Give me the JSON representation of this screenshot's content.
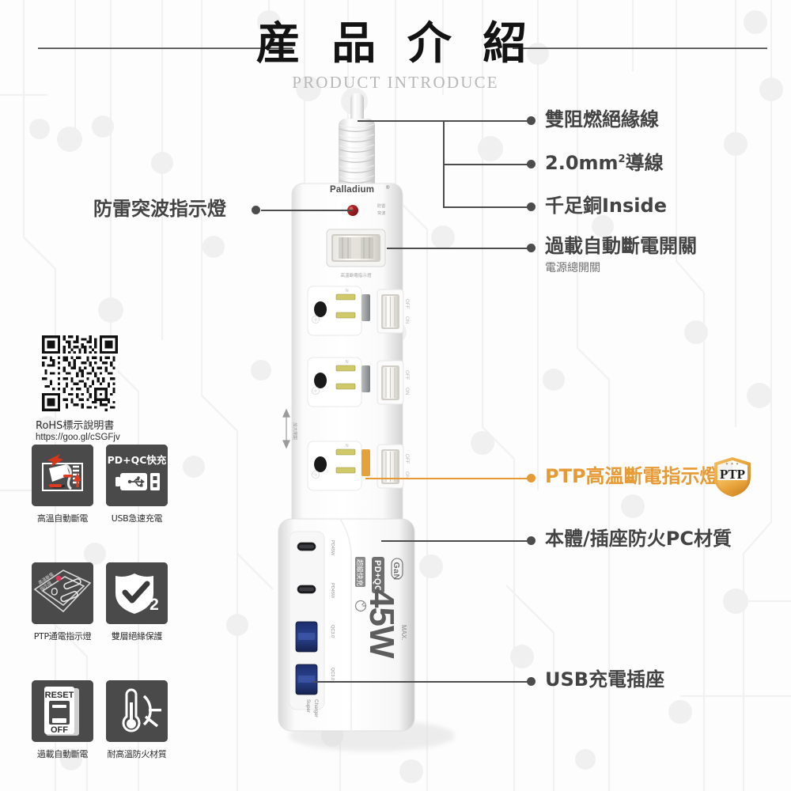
{
  "header": {
    "title_zh": "産 品 介 紹",
    "title_en": "PRODUCT INTRODUCE"
  },
  "callouts": [
    {
      "id": "surge-indicator",
      "label": "防雷突波指示燈",
      "sub": "",
      "accent": false,
      "side": "left"
    },
    {
      "id": "dual-flame-retardant-wire",
      "label": "雙阻燃絕緣線",
      "sub": "",
      "accent": false,
      "side": "right"
    },
    {
      "id": "conductor-gauge",
      "label": "2.0mm²導線",
      "sub": "",
      "accent": false,
      "side": "right"
    },
    {
      "id": "pure-copper-inside",
      "label": "千足銅Inside",
      "sub": "",
      "accent": false,
      "side": "right"
    },
    {
      "id": "overload-auto-cutoff-switch",
      "label": "過載自動斷電開關",
      "sub": "電源總開關",
      "accent": false,
      "side": "right"
    },
    {
      "id": "ptp-thermal-cutoff-indicator",
      "label": "PTP高溫斷電指示燈",
      "sub": "",
      "accent": true,
      "side": "right"
    },
    {
      "id": "fireproof-pc-material",
      "label": "本體/插座防火PC材質",
      "sub": "",
      "accent": false,
      "side": "right"
    },
    {
      "id": "usb-charging-socket",
      "label": "USB充電插座",
      "sub": "",
      "accent": false,
      "side": "right"
    }
  ],
  "badge": {
    "name": "PTP",
    "text": "PTP"
  },
  "qr": {
    "caption": "RoHS標示說明書",
    "url": "https://goo.gl/cSGFjv"
  },
  "features": [
    {
      "id": "thermal-auto-cutoff",
      "caption": "高溫自動斷電",
      "icon": "spring-thermal-cutoff-icon",
      "tile_text": ""
    },
    {
      "id": "usb-fast-charge",
      "caption": "USB急速充電",
      "icon": "usb-plug-icon",
      "tile_text": "PD+QC快充"
    },
    {
      "id": "ptp-power-indicator",
      "caption": "PTP通電指示燈",
      "icon": "socket-led-icon",
      "tile_text": ""
    },
    {
      "id": "double-insulation",
      "caption": "雙層絕緣保護",
      "icon": "shield-check-icon",
      "tile_text": "2"
    },
    {
      "id": "overload-auto-cutoff",
      "caption": "過載自動斷電",
      "icon": "reset-off-switch-icon",
      "tile_text": "RESET / OFF"
    },
    {
      "id": "heat-resistant",
      "caption": "耐高溫防火材質",
      "icon": "thermometer-icon",
      "tile_text": ""
    }
  ],
  "feature_tile_labels": {
    "usb_fast_charge": "PD+QC快充",
    "shield_layers": "2",
    "switch_reset": "RESET",
    "switch_off": "OFF"
  },
  "product": {
    "brand": "Palladium",
    "brand_mark": "®",
    "surge_small_text": "防雷\n突波",
    "switch_caption": "高溫斷電指示燈",
    "spacing_caption": "加大間距",
    "gan_label": "GaN",
    "pdqc_label": "PD+QC",
    "watt": "45W",
    "watt_max": "MAX.",
    "fast_charge_zh": "超級快充",
    "super_charger": "Super Charger",
    "usb_ports": [
      {
        "type": "usb-c",
        "label": "PD45W"
      },
      {
        "type": "usb-c",
        "label": "PD45W"
      },
      {
        "type": "usb-a",
        "label": "QC3.0"
      },
      {
        "type": "usb-a",
        "label": "QC3.0"
      }
    ],
    "socket_switch_on": "ON",
    "socket_switch_off": "OFF",
    "socket_count": 3
  },
  "colors": {
    "accent": "#e79a33",
    "leader": "#4c4c4c",
    "title": "#131313",
    "subtitle": "#b8b8b8",
    "tile": "#4a4a4a",
    "led_red": "#9f1f22"
  }
}
